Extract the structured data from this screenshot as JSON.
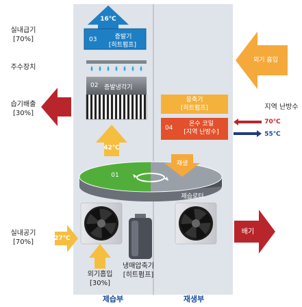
{
  "labels": {
    "supply_air": "실내급기",
    "supply_pct": "[70%]",
    "spray": "주수장치",
    "dehum_exhaust": "습기배출",
    "dehum_pct": "[30%]",
    "indoor_air": "실내공기",
    "indoor_pct": "[70%]",
    "outdoor_intake": "외기흡입",
    "outdoor_pct": "[30%]",
    "compressor": "냉매압축기",
    "compressor_sub": "[히트펌프]",
    "dehum_section": "제습부",
    "regen_section": "재생부",
    "outdoor_in": "외기 흡입",
    "district_heating": "지역 난방수",
    "exhaust": "배기"
  },
  "components": {
    "c03_num": "03",
    "c03_name": "증발기",
    "c03_sub": "[히트펌프]",
    "c02_num": "02",
    "c02_name": "증발냉각기",
    "c01_num": "01",
    "c01_name": "제습로터",
    "regen_arrow": "재생",
    "condenser_name": "응축기",
    "condenser_sub": "[히트펌프]",
    "c04_num": "04",
    "c04_name": "온수 코일",
    "c04_sub": "[지역 난방수]"
  },
  "temps": {
    "top": "16℃",
    "middle": "42℃",
    "inlet": "27℃",
    "supply_hot": "70℃",
    "return_water": "55℃"
  },
  "colors": {
    "blue_arrow": "#1f7fc4",
    "orange_arrow": "#f5a93a",
    "yellow_arrow": "#f6be3f",
    "red_arrow": "#b8262c",
    "navy_arrow": "#233a7a",
    "rotor_green": "#52ae3a",
    "condenser": "#f4b13b",
    "coil": "#e2512b",
    "label_blue": "#1a4d9c",
    "label_red": "#c8202a"
  }
}
